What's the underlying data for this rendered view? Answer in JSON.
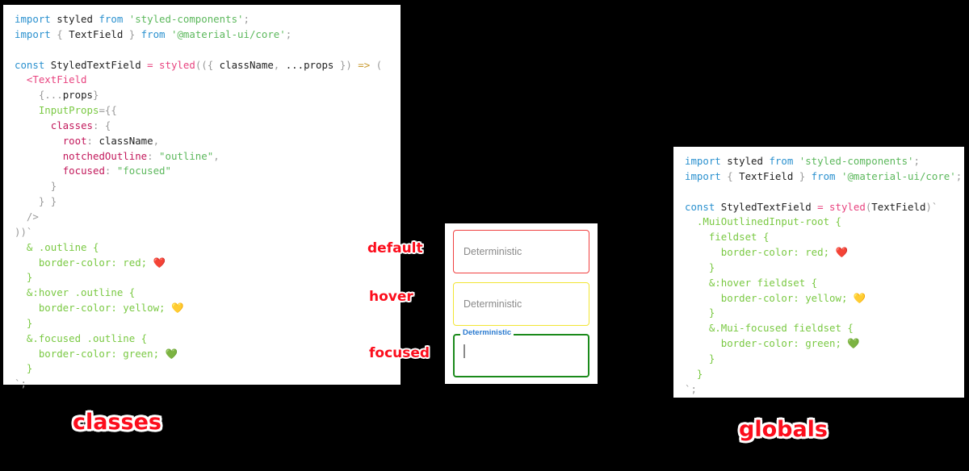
{
  "background_color": "#000000",
  "panel_color": "#ffffff",
  "accent_red": "#fc0d1c",
  "left_panel": {
    "name": "classes",
    "caption": "classes",
    "code_lines": [
      [
        [
          "import ",
          "t-kw"
        ],
        [
          "styled ",
          "t-def"
        ],
        [
          "from ",
          "t-kw"
        ],
        [
          "'styled-components'",
          "t-str"
        ],
        [
          ";",
          "t-punct"
        ]
      ],
      [
        [
          "import ",
          "t-kw"
        ],
        [
          "{ ",
          "t-punct"
        ],
        [
          "TextField",
          "t-def"
        ],
        [
          " } ",
          "t-punct"
        ],
        [
          "from ",
          "t-kw"
        ],
        [
          "'@material-ui/core'",
          "t-str"
        ],
        [
          ";",
          "t-punct"
        ]
      ],
      [
        [
          "",
          ""
        ]
      ],
      [
        [
          "const ",
          "t-kw"
        ],
        [
          "StyledTextField ",
          "t-def"
        ],
        [
          "= ",
          "t-fn"
        ],
        [
          "styled",
          "t-fn"
        ],
        [
          "(({ ",
          "t-punct"
        ],
        [
          "className",
          "t-def"
        ],
        [
          ", ",
          "t-punct"
        ],
        [
          "...props",
          "t-def"
        ],
        [
          " }) ",
          "t-punct"
        ],
        [
          "=> ",
          "t-arrow"
        ],
        [
          "(",
          "t-punct"
        ]
      ],
      [
        [
          "  ",
          "t-punct"
        ],
        [
          "<TextField",
          "t-tag"
        ]
      ],
      [
        [
          "    ",
          "t-punct"
        ],
        [
          "{...",
          "t-punct"
        ],
        [
          "props",
          "t-def"
        ],
        [
          "}",
          "t-punct"
        ]
      ],
      [
        [
          "    ",
          "t-punct"
        ],
        [
          "InputProps",
          "t-prop"
        ],
        [
          "={{",
          "t-punct"
        ]
      ],
      [
        [
          "      ",
          "t-punct"
        ],
        [
          "classes",
          "t-key"
        ],
        [
          ": {",
          "t-punct"
        ]
      ],
      [
        [
          "        ",
          "t-punct"
        ],
        [
          "root",
          "t-key"
        ],
        [
          ": ",
          "t-punct"
        ],
        [
          "className",
          "t-def"
        ],
        [
          ",",
          "t-punct"
        ]
      ],
      [
        [
          "        ",
          "t-punct"
        ],
        [
          "notchedOutline",
          "t-key"
        ],
        [
          ": ",
          "t-punct"
        ],
        [
          "\"outline\"",
          "t-str"
        ],
        [
          ",",
          "t-punct"
        ]
      ],
      [
        [
          "        ",
          "t-punct"
        ],
        [
          "focused",
          "t-key"
        ],
        [
          ": ",
          "t-punct"
        ],
        [
          "\"focused\"",
          "t-str"
        ]
      ],
      [
        [
          "      }",
          "t-punct"
        ]
      ],
      [
        [
          "    } }",
          "t-punct"
        ]
      ],
      [
        [
          "  />",
          "t-punct"
        ]
      ],
      [
        [
          "))`",
          "t-punct"
        ]
      ],
      [
        [
          "  & .outline {",
          "t-css"
        ]
      ],
      [
        [
          "    border-color: red; ",
          "t-css"
        ],
        [
          "❤️",
          "emoji"
        ]
      ],
      [
        [
          "  }",
          "t-css"
        ]
      ],
      [
        [
          "  &:hover .outline {",
          "t-css"
        ]
      ],
      [
        [
          "    border-color: yellow; ",
          "t-css"
        ],
        [
          "💛",
          "emoji"
        ]
      ],
      [
        [
          "  }",
          "t-css"
        ]
      ],
      [
        [
          "  &.focused .outline {",
          "t-css"
        ]
      ],
      [
        [
          "    border-color: green; ",
          "t-css"
        ],
        [
          "💚",
          "emoji"
        ]
      ],
      [
        [
          "  }",
          "t-css"
        ]
      ],
      [
        [
          "`;",
          "t-punct"
        ]
      ]
    ]
  },
  "right_panel": {
    "name": "globals",
    "caption": "globals",
    "code_lines": [
      [
        [
          "import ",
          "t-kw"
        ],
        [
          "styled ",
          "t-def"
        ],
        [
          "from ",
          "t-kw"
        ],
        [
          "'styled-components'",
          "t-str"
        ],
        [
          ";",
          "t-punct"
        ]
      ],
      [
        [
          "import ",
          "t-kw"
        ],
        [
          "{ ",
          "t-punct"
        ],
        [
          "TextField",
          "t-def"
        ],
        [
          " } ",
          "t-punct"
        ],
        [
          "from ",
          "t-kw"
        ],
        [
          "'@material-ui/core'",
          "t-str"
        ],
        [
          ";",
          "t-punct"
        ]
      ],
      [
        [
          "",
          ""
        ]
      ],
      [
        [
          "const ",
          "t-kw"
        ],
        [
          "StyledTextField ",
          "t-def"
        ],
        [
          "= ",
          "t-fn"
        ],
        [
          "styled",
          "t-fn"
        ],
        [
          "(",
          "t-punct"
        ],
        [
          "TextField",
          "t-def"
        ],
        [
          ")`",
          "t-punct"
        ]
      ],
      [
        [
          "  .MuiOutlinedInput-root {",
          "t-css"
        ]
      ],
      [
        [
          "    fieldset {",
          "t-css"
        ]
      ],
      [
        [
          "      border-color: red; ",
          "t-css"
        ],
        [
          "❤️",
          "emoji"
        ]
      ],
      [
        [
          "    }",
          "t-css"
        ]
      ],
      [
        [
          "    &:hover fieldset {",
          "t-css"
        ]
      ],
      [
        [
          "      border-color: yellow; ",
          "t-css"
        ],
        [
          "💛",
          "emoji"
        ]
      ],
      [
        [
          "    }",
          "t-css"
        ]
      ],
      [
        [
          "    &.Mui-focused fieldset {",
          "t-css"
        ]
      ],
      [
        [
          "      border-color: green; ",
          "t-css"
        ],
        [
          "💚",
          "emoji"
        ]
      ],
      [
        [
          "    }",
          "t-css"
        ]
      ],
      [
        [
          "  }",
          "t-css"
        ]
      ],
      [
        [
          "`;",
          "t-punct"
        ]
      ]
    ]
  },
  "preview": {
    "fields": [
      {
        "state": "default",
        "state_label": "default",
        "placeholder": "Deterministic",
        "border_color": "#f04040",
        "floating_label": null,
        "has_caret": false
      },
      {
        "state": "hover",
        "state_label": "hover",
        "placeholder": "Deterministic",
        "border_color": "#f2e534",
        "floating_label": null,
        "has_caret": false
      },
      {
        "state": "focused",
        "state_label": "focused",
        "placeholder": "",
        "border_color": "#1b8a1b",
        "floating_label": "Deterministic",
        "floating_label_color": "#2b7bd0",
        "has_caret": true
      }
    ]
  }
}
